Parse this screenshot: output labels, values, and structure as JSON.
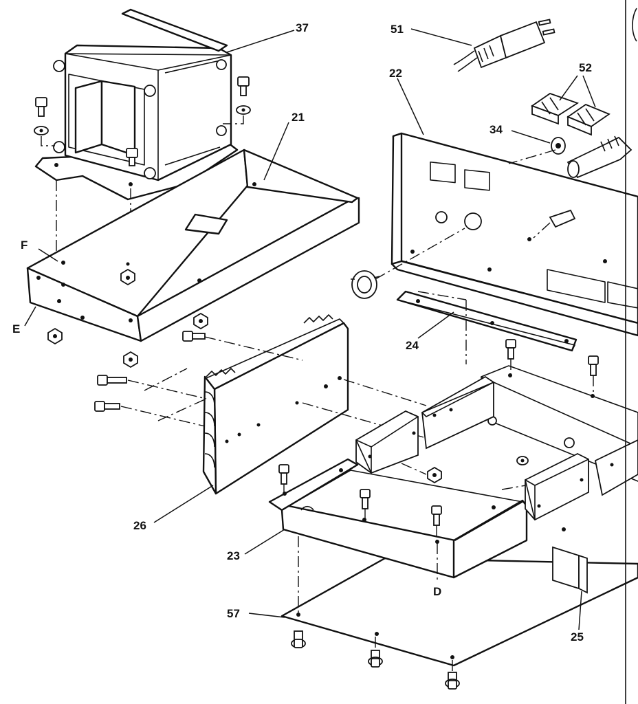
{
  "diagram": {
    "callouts": {
      "p21": "21",
      "p22": "22",
      "p23": "23",
      "p24": "24",
      "p25": "25",
      "p26": "26",
      "p34": "34",
      "p37": "37",
      "p51": "51",
      "p52": "52",
      "p57": "57"
    },
    "reference_letters": {
      "d": "D",
      "e": "E",
      "f": "F"
    }
  }
}
